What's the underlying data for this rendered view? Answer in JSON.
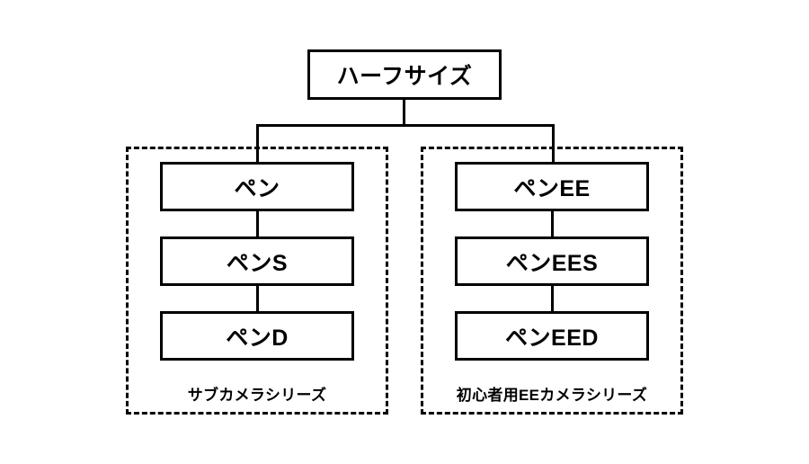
{
  "diagram": {
    "root": {
      "label": "ハーフサイズ"
    },
    "groups": [
      {
        "id": "sub-camera",
        "caption": "サブカメラシリーズ",
        "nodes": [
          {
            "label": "ペン"
          },
          {
            "label": "ペンS"
          },
          {
            "label": "ペンD"
          }
        ]
      },
      {
        "id": "beginner-ee-camera",
        "caption": "初心者用EEカメラシリーズ",
        "nodes": [
          {
            "label": "ペンEE"
          },
          {
            "label": "ペンEES"
          },
          {
            "label": "ペンEED"
          }
        ]
      }
    ],
    "colors": {
      "line": "#000000",
      "text": "#000000",
      "background": "#ffffff"
    }
  }
}
